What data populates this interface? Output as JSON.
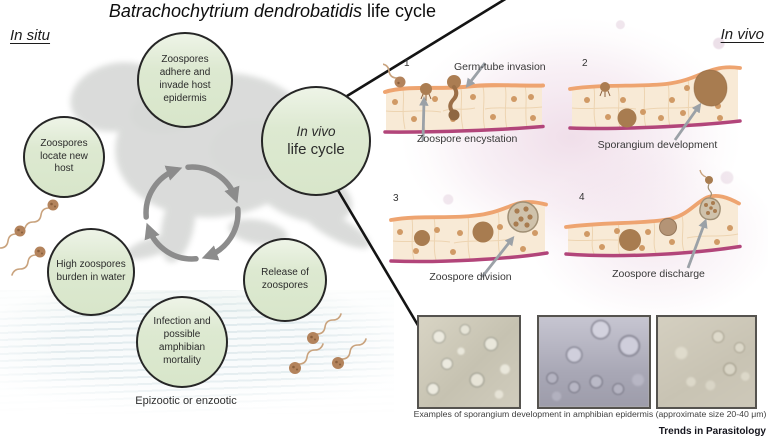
{
  "title": {
    "species": "Batrachochytrium dendrobatidis",
    "suffix": " life cycle"
  },
  "labels": {
    "in_situ": "In situ",
    "in_vivo": "In vivo",
    "epizootic": "Epizootic or enzootic"
  },
  "cycle": {
    "center": {
      "line1": "In vivo",
      "line2": "life cycle"
    },
    "nodes": [
      {
        "text": "Zoospores adhere and invade host epidermis"
      },
      {
        "text": "Zoospores locate new host"
      },
      {
        "text": "High zoospores burden in water"
      },
      {
        "text": "Release of zoospores"
      },
      {
        "text": "Infection and possible amphibian mortality"
      }
    ]
  },
  "panels": [
    {
      "number": "1",
      "label_top": "Germ-tube invasion",
      "label_bottom": "Zoospore encystation"
    },
    {
      "number": "2",
      "label_bottom": "Sporangium development"
    },
    {
      "number": "3",
      "label_bottom": "Zoospore division"
    },
    {
      "number": "4",
      "label_bottom": "Zoospore discharge"
    }
  ],
  "micrographs": {
    "caption": "Examples of sporangium development in amphibian epidermis (approximate size 20-40 μm)"
  },
  "journal": "Trends in Parasitology",
  "colors": {
    "node_fill": "#dde9d1",
    "node_border": "#262626",
    "zoospore_body": "#b3835c",
    "flagellum": "#c9a37e",
    "epidermis_fill": "#f8ead6",
    "epidermis_surface": "#eea470",
    "epidermis_base": "#b2457a",
    "sporangium": "#a87c50",
    "divided_sporangium": "#cfc2ab",
    "cycle_arrow": "#8c8c8c",
    "pointer_arrow": "#9ba1a7",
    "invivo_wash": "#e4c4d8",
    "line_black": "#141414"
  }
}
